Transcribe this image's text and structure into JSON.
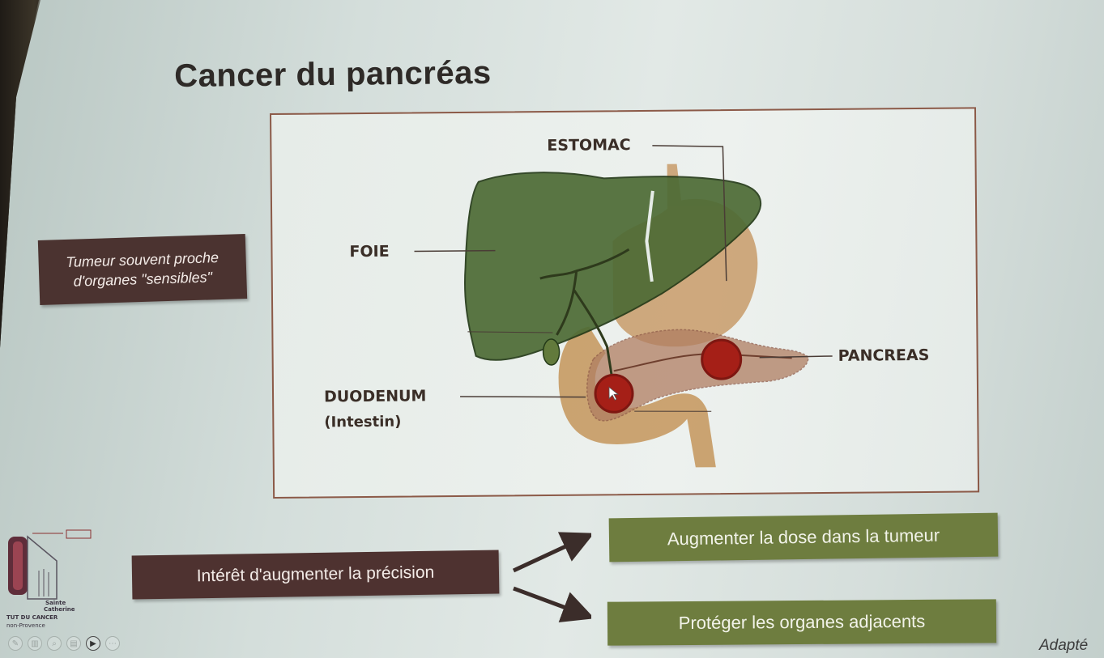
{
  "slide": {
    "title": "Cancer du pancréas",
    "note": "Tumeur souvent proche\nd'organes \"sensibles\"",
    "precision": "Intérêt d'augmenter la précision",
    "outcomes": [
      "Augmenter la dose dans la tumeur",
      "Protéger les organes adjacents"
    ],
    "footer": "Adapté"
  },
  "figure": {
    "labels": {
      "stomach": "ESTOMAC",
      "liver": "FOIE",
      "pancreas": "PANCREAS",
      "duodenum": "DUODENUM",
      "duodenum_note": "(Intestin)"
    },
    "colors": {
      "liver": "#4d6b35",
      "stomach": "#c89b68",
      "duodenum": "#c79a63",
      "pancreas": "#b07e62",
      "tumor": "#a51f17",
      "frame": "#8c5a48"
    }
  },
  "logo": {
    "lines": [
      "Sainte",
      "Catherine",
      "TUT DU CANCER",
      "non-Provence"
    ]
  },
  "toolbar": {
    "icons": [
      "pen-icon",
      "highlighter-icon",
      "zoom-icon",
      "slides-icon",
      "camera-icon",
      "more-icon"
    ]
  }
}
